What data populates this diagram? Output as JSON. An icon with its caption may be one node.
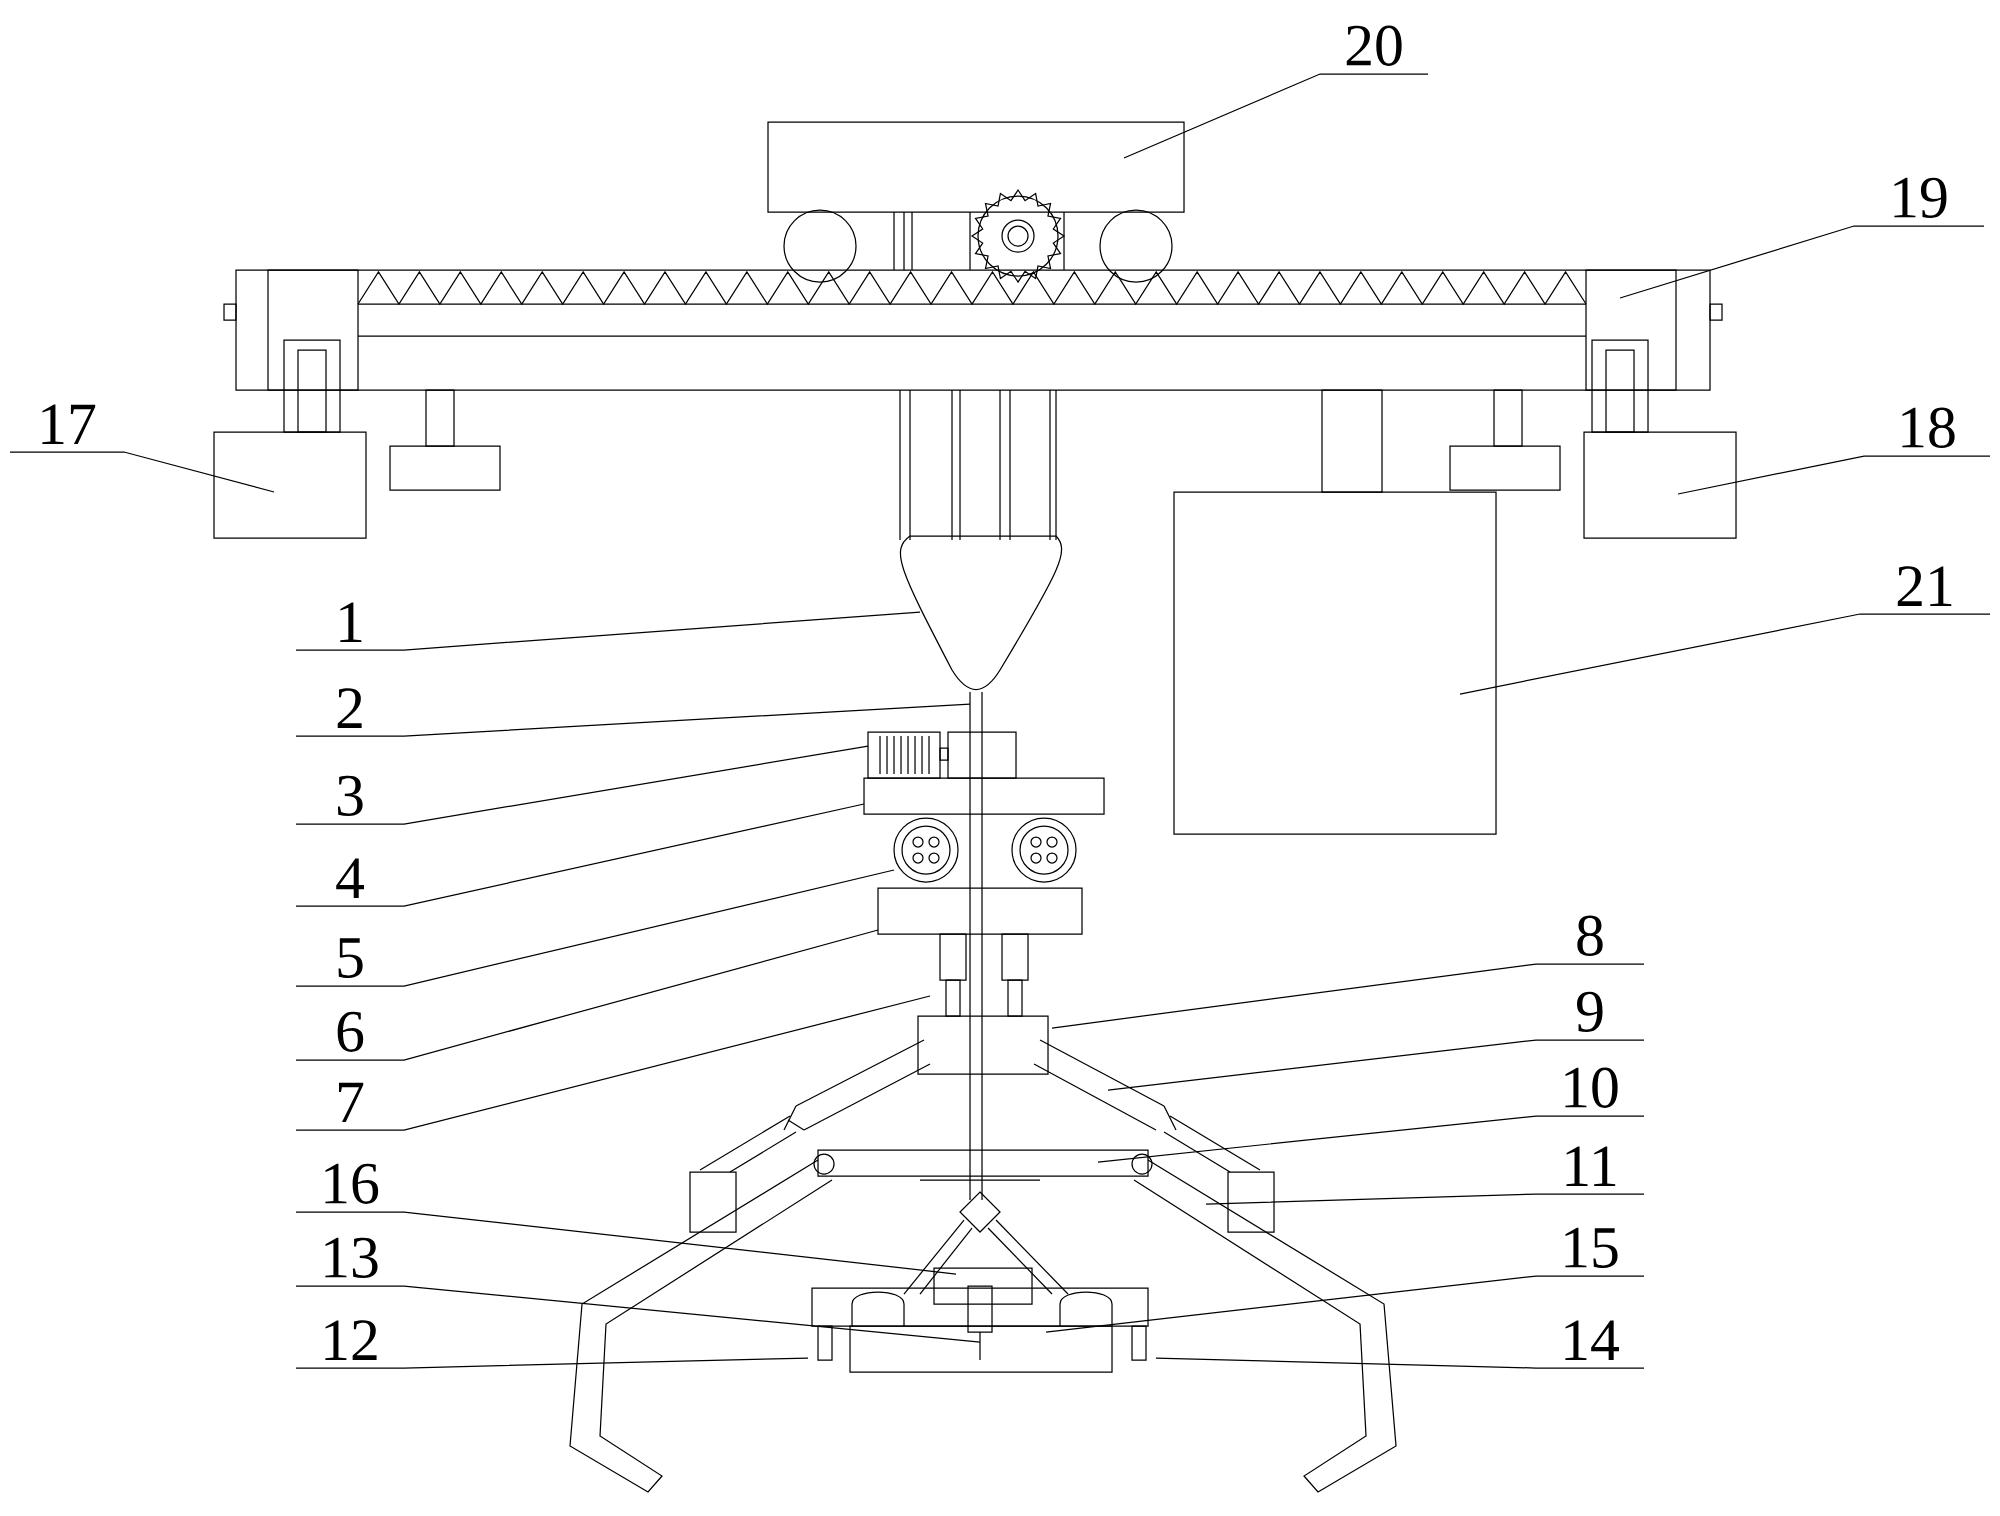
{
  "diagram": {
    "nodes": [
      {
        "text": [
          "20"
        ]
      },
      {
        "text": [
          "19"
        ]
      },
      {
        "text": [
          "17"
        ]
      },
      {
        "text": [
          "18"
        ]
      },
      {
        "text": [
          "21"
        ]
      },
      {
        "text": [
          "1"
        ]
      },
      {
        "text": [
          "2"
        ]
      },
      {
        "text": [
          "3"
        ]
      },
      {
        "text": [
          "4"
        ]
      },
      {
        "text": [
          "8"
        ]
      },
      {
        "text": [
          "5"
        ]
      },
      {
        "text": [
          "9"
        ]
      },
      {
        "text": [
          "6"
        ]
      },
      {
        "text": [
          "10"
        ]
      },
      {
        "text": [
          "7"
        ]
      },
      {
        "text": [
          "11"
        ]
      },
      {
        "text": [
          "16"
        ]
      },
      {
        "text": [
          "15"
        ]
      },
      {
        "text": [
          "13"
        ]
      },
      {
        "text": [
          "12"
        ]
      },
      {
        "text": [
          "14"
        ]
      }
    ],
    "edges": [
      {
        "from": 0,
        "to": null,
        "arrow": "none"
      },
      {
        "from": 1,
        "to": null,
        "arrow": "none"
      },
      {
        "from": 2,
        "to": null,
        "arrow": "none"
      },
      {
        "from": 3,
        "to": null,
        "arrow": "none"
      },
      {
        "from": 4,
        "to": null,
        "arrow": "none"
      },
      {
        "from": 5,
        "to": null,
        "arrow": "none"
      },
      {
        "from": 6,
        "to": null,
        "arrow": "none"
      },
      {
        "from": 7,
        "to": null,
        "arrow": "none"
      },
      {
        "from": 8,
        "to": null,
        "arrow": "none"
      },
      {
        "from": 9,
        "to": null,
        "arrow": "none"
      },
      {
        "from": 10,
        "to": null,
        "arrow": "none"
      },
      {
        "from": 11,
        "to": null,
        "arrow": "none"
      },
      {
        "from": 12,
        "to": null,
        "arrow": "none"
      },
      {
        "from": 13,
        "to": null,
        "arrow": "none"
      },
      {
        "from": 14,
        "to": null,
        "arrow": "none"
      },
      {
        "from": 15,
        "to": null,
        "arrow": "none"
      },
      {
        "from": 16,
        "to": null,
        "arrow": "none"
      },
      {
        "from": 17,
        "to": null,
        "arrow": "none"
      },
      {
        "from": 18,
        "to": null,
        "arrow": "none"
      },
      {
        "from": 19,
        "to": null,
        "arrow": "none"
      },
      {
        "from": 20,
        "to": null,
        "arrow": "none"
      }
    ]
  }
}
